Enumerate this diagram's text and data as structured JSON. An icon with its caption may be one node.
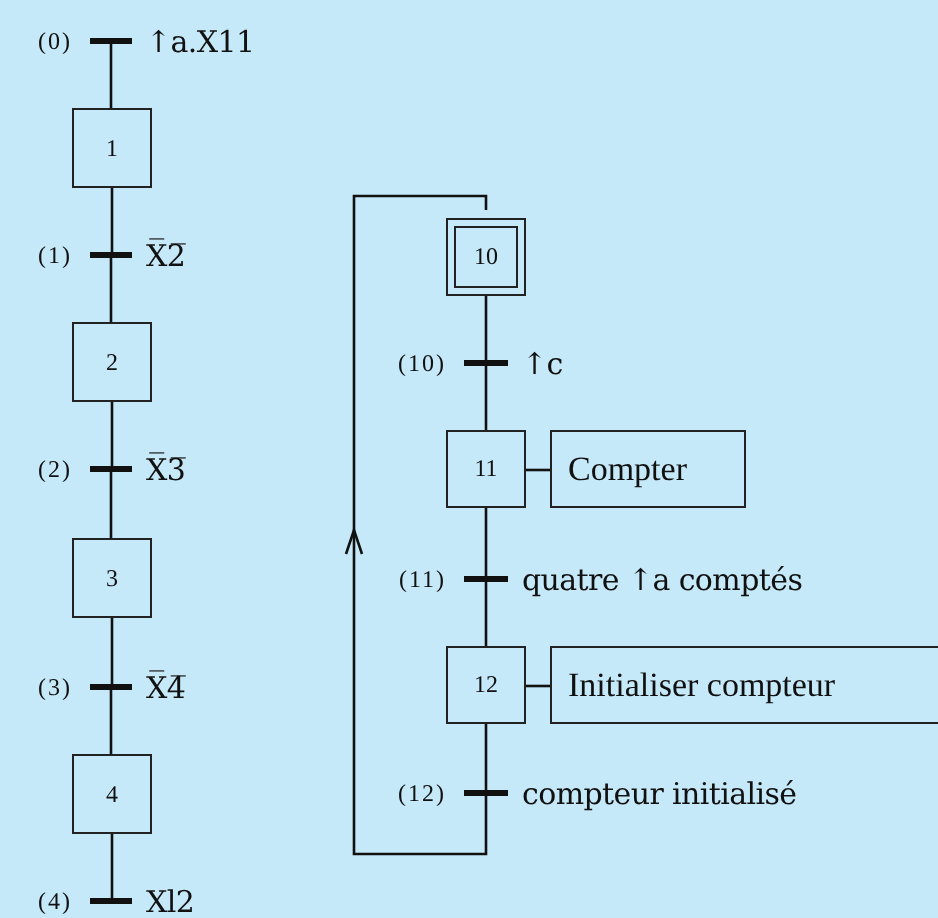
{
  "diagram": {
    "nodes": [
      {
        "text": [],
        "shape": "bar",
        "beside": [
          "(0)",
          "↑a.X11"
        ]
      },
      {
        "text": [
          "1"
        ]
      },
      {
        "text": [],
        "shape": "bar",
        "beside": [
          "(1)",
          "X̅2̅"
        ]
      },
      {
        "text": [
          "2"
        ]
      },
      {
        "text": [],
        "shape": "bar",
        "beside": [
          "(2)",
          "X̅3̅"
        ]
      },
      {
        "text": [
          "3"
        ]
      },
      {
        "text": [],
        "shape": "bar",
        "beside": [
          "(3)",
          "X̅4̅"
        ]
      },
      {
        "text": [
          "4"
        ]
      },
      {
        "text": [],
        "shape": "bar",
        "beside": [
          "(4)",
          "Xl2"
        ]
      },
      {
        "text": [
          "10"
        ]
      },
      {
        "text": [],
        "shape": "bar",
        "beside": [
          "(10)",
          "↑c"
        ]
      },
      {
        "text": [
          "11"
        ]
      },
      {
        "text": [
          "Compter"
        ]
      },
      {
        "text": [],
        "shape": "bar",
        "beside": [
          "(11)",
          "quatre ↑a comptés"
        ]
      },
      {
        "text": [
          "12"
        ]
      },
      {
        "text": [
          "Initialiser compteur"
        ]
      },
      {
        "text": [],
        "shape": "bar",
        "beside": [
          "(12)",
          "compteur initialisé"
        ]
      }
    ],
    "edges": [
      {
        "from": 0,
        "to": 1,
        "arrow": "none"
      },
      {
        "from": 1,
        "to": 2,
        "arrow": "none"
      },
      {
        "from": 2,
        "to": 3,
        "arrow": "none"
      },
      {
        "from": 3,
        "to": 4,
        "arrow": "none"
      },
      {
        "from": 4,
        "to": 5,
        "arrow": "none"
      },
      {
        "from": 5,
        "to": 6,
        "arrow": "none"
      },
      {
        "from": 6,
        "to": 7,
        "arrow": "none"
      },
      {
        "from": 7,
        "to": 8,
        "arrow": "none"
      },
      {
        "from": 9,
        "to": 10,
        "arrow": "none"
      },
      {
        "from": 10,
        "to": 11,
        "arrow": "none"
      },
      {
        "from": 11,
        "to": 12,
        "arrow": "none"
      },
      {
        "from": 11,
        "to": 13,
        "arrow": "none"
      },
      {
        "from": 13,
        "to": 14,
        "arrow": "none"
      },
      {
        "from": 14,
        "to": 15,
        "arrow": "none"
      },
      {
        "from": 14,
        "to": 16,
        "arrow": "none"
      },
      {
        "from": 16,
        "to": 9,
        "arrow": "to"
      }
    ]
  }
}
